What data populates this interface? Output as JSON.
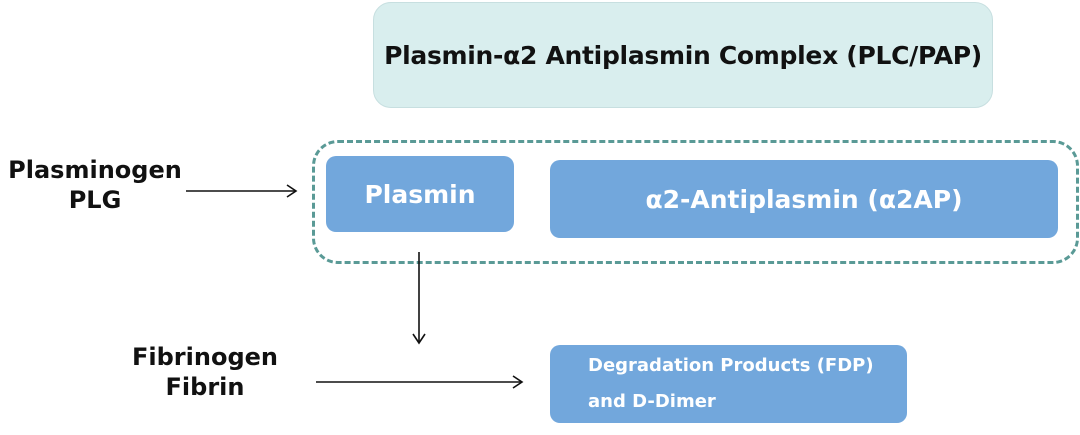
{
  "title_box": {
    "text": "Plasmin-α2 Antiplasmin Complex (PLC/PAP)"
  },
  "complex_group": {
    "plasmin": "Plasmin",
    "antiplasmin": "α2-Antiplasmin (α2AP)"
  },
  "inputs": {
    "plasminogen_line1": "Plasminogen",
    "plasminogen_line2": "PLG",
    "fibrinogen_line1": "Fibrinogen",
    "fibrinogen_line2": "Fibrin"
  },
  "products": {
    "line1": "Degradation Products (FDP)",
    "line2": "and D-Dimer"
  },
  "colors": {
    "title_box_bg": "#d9eeee",
    "node_blue": "#72a7dc",
    "dashed_border": "#5a9a96"
  }
}
